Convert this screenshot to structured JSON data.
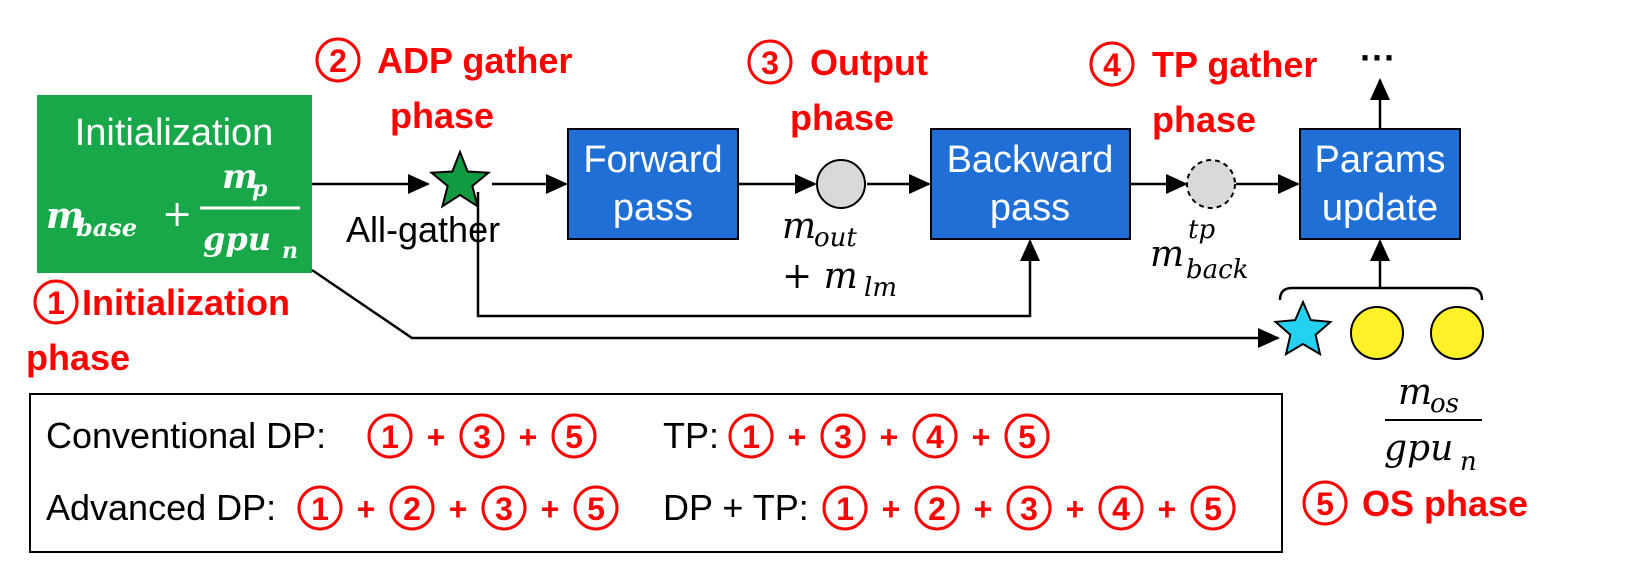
{
  "boxes": {
    "init_title": "Initialization",
    "init_formula_base": "m",
    "init_formula_base_sub": "base",
    "init_plus": "+",
    "init_num": "m",
    "init_num_sub": "p",
    "init_den": "gpu",
    "init_den_sub": "n",
    "forward_line1": "Forward",
    "forward_line2": "pass",
    "backward_line1": "Backward",
    "backward_line2": "pass",
    "params_line1": "Params",
    "params_line2": "update"
  },
  "phases": {
    "p1_num": "1",
    "p1_line1": "Initialization",
    "p1_line2": "phase",
    "p2_num": "2",
    "p2_line1": "ADP gather",
    "p2_line2": "phase",
    "p3_num": "3",
    "p3_line1": "Output",
    "p3_line2": "phase",
    "p4_num": "4",
    "p4_line1": "TP gather",
    "p4_line2": "phase",
    "p5_num": "5",
    "p5_label": "OS phase"
  },
  "labels": {
    "all_gather": "All-gather",
    "ellipsis": "···",
    "m_out": "m",
    "m_out_sub": "out",
    "plus_m_lm": "+ m",
    "m_lm_sub": "lm",
    "m_back": "m",
    "m_back_sup": "tp",
    "m_back_sub": "back",
    "m_os": "m",
    "m_os_sub": "os",
    "gpu_n": "gpu",
    "gpu_n_sub": "n"
  },
  "legend": {
    "row1_left_label": "Conventional DP:",
    "row1_left_nums": [
      "1",
      "3",
      "5"
    ],
    "row1_right_label": "TP:",
    "row1_right_nums": [
      "1",
      "3",
      "4",
      "5"
    ],
    "row2_left_label": "Advanced DP:",
    "row2_left_nums": [
      "1",
      "2",
      "3",
      "5"
    ],
    "row2_right_label": "DP + TP:",
    "row2_right_nums": [
      "1",
      "2",
      "3",
      "4",
      "5"
    ],
    "plus": "+"
  },
  "colors": {
    "green_box": "#18a84a",
    "blue_box": "#1f6fd6",
    "phase_red": "#ff0000",
    "star_green": "#129a40",
    "star_cyan": "#25d1f0",
    "circle_gray": "#d9d9d9",
    "circle_yellow": "#fff028"
  }
}
